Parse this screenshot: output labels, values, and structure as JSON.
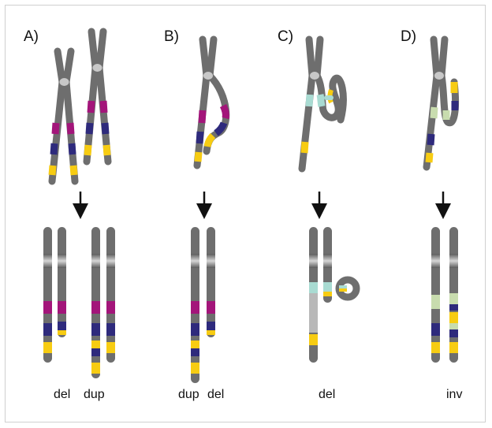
{
  "panels": [
    {
      "id": "A",
      "label": "A)",
      "bottom_labels": [
        "del",
        "dup"
      ]
    },
    {
      "id": "B",
      "label": "B)",
      "bottom_labels": [
        "dup",
        "del"
      ]
    },
    {
      "id": "C",
      "label": "C)",
      "bottom_labels": [
        "del"
      ]
    },
    {
      "id": "D",
      "label": "D)",
      "bottom_labels": [
        "inv"
      ]
    }
  ],
  "colors": {
    "chromosome": "#6e6e6e",
    "centromere_light": "#d4d4d4",
    "magenta": "#a3157a",
    "navy": "#2e2a7c",
    "yellow": "#f7cc12",
    "mint": "#a9dbd2",
    "pale_green": "#c8dcae",
    "arrow": "#111111",
    "frame_border": "#d0d0d0"
  }
}
